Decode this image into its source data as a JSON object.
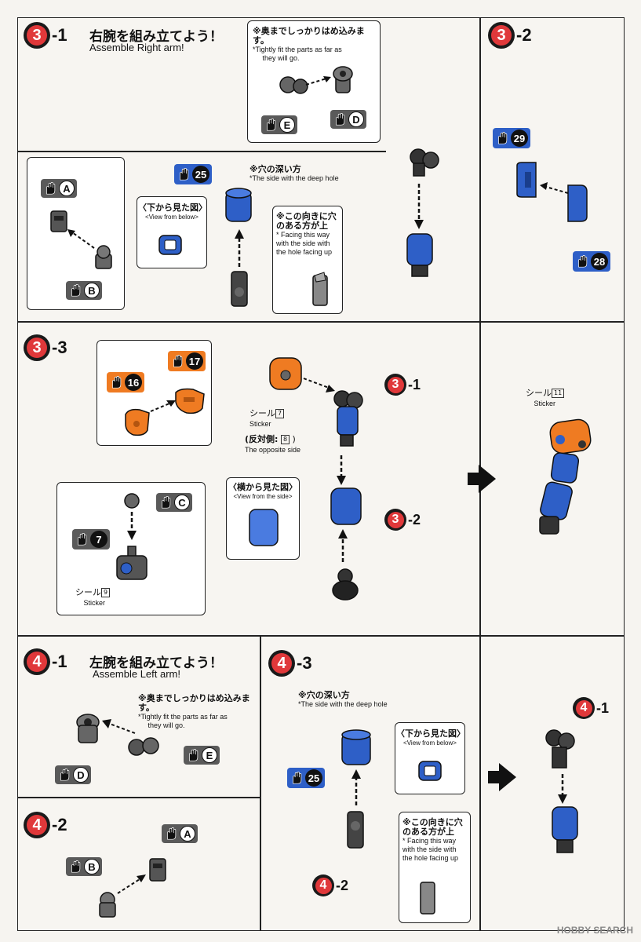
{
  "steps": {
    "s3_1": {
      "num": "3",
      "suffix": "-1",
      "title_jp": "右腕を組み立てよう！",
      "title_en": "Assemble Right arm!"
    },
    "s3_2": {
      "num": "3",
      "suffix": "-2"
    },
    "s3_3": {
      "num": "3",
      "suffix": "-3"
    },
    "s4_1": {
      "num": "4",
      "suffix": "-1",
      "title_jp": "左腕を組み立てよう！",
      "title_en": "Assemble Left arm!"
    },
    "s4_2": {
      "num": "4",
      "suffix": "-2"
    },
    "s4_3": {
      "num": "4",
      "suffix": "-3"
    }
  },
  "notes": {
    "fit_jp": "※奥までしっかりはめ込みます。",
    "fit_en_1": "*Tightly fit the parts as far as",
    "fit_en_2": "they will go.",
    "deep_jp": "※穴の深い方",
    "deep_en": "*The side with the deep hole",
    "facing_jp_1": "※この向きに穴",
    "facing_jp_2": "のある方が上",
    "facing_en_1": "* Facing this way",
    "facing_en_2": "with the side with",
    "facing_en_3": "the hole facing up",
    "view_below_jp": "〈下から見た図〉",
    "view_below_en": "<View from below>",
    "view_side_jp": "〈横から見た図〉",
    "view_side_en": "<View from the side>",
    "sticker_jp": "シール",
    "sticker_en": "Sticker",
    "opposite_jp": "(反対側:",
    "opposite_en": "The opposite side"
  },
  "parts": {
    "A": "A",
    "B": "B",
    "C": "C",
    "D": "D",
    "E": "E",
    "p25": "25",
    "p28": "28",
    "p29": "29",
    "p16": "16",
    "p17": "17",
    "p7": "7"
  },
  "stickers": {
    "s7": "7",
    "s8": "8",
    "s9": "9",
    "s11": "11"
  },
  "refs": {
    "r3_1": {
      "num": "3",
      "suffix": "-1"
    },
    "r3_2": {
      "num": "3",
      "suffix": "-2"
    },
    "r4_1": {
      "num": "4",
      "suffix": "-1"
    },
    "r4_2": {
      "num": "4",
      "suffix": "-2"
    }
  },
  "footer": "HOBBY SEARCH",
  "colors": {
    "badge_red": "#e0383a",
    "part_blue": "#2e5fc7",
    "part_orange": "#ef7b22",
    "runner_gray": "#5a5a5a"
  }
}
